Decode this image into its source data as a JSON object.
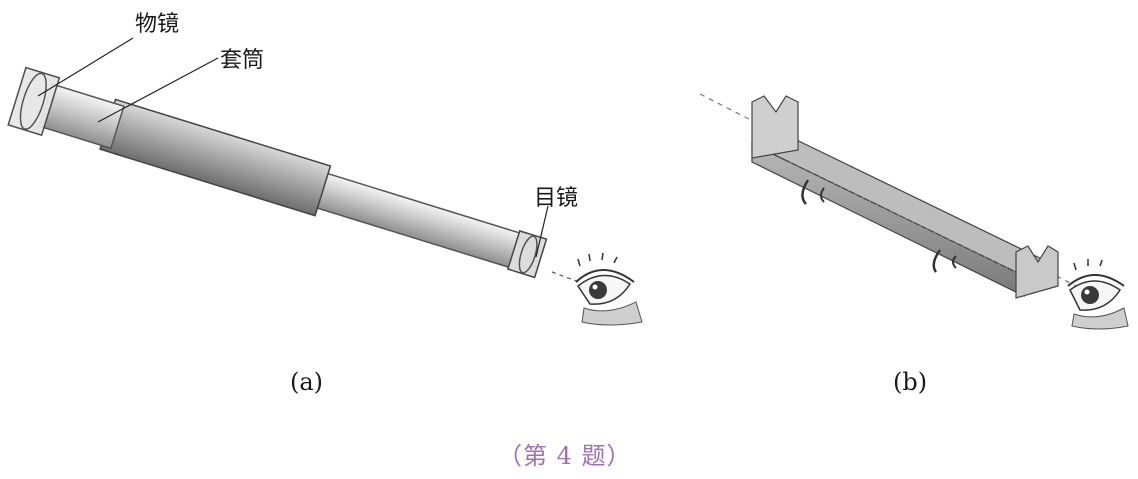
{
  "labels": {
    "objective": "物镜",
    "tube": "套筒",
    "eyepiece": "目镜"
  },
  "subfigures": {
    "a": "(a)",
    "b": "(b)"
  },
  "caption": "（第 4 题）"
}
